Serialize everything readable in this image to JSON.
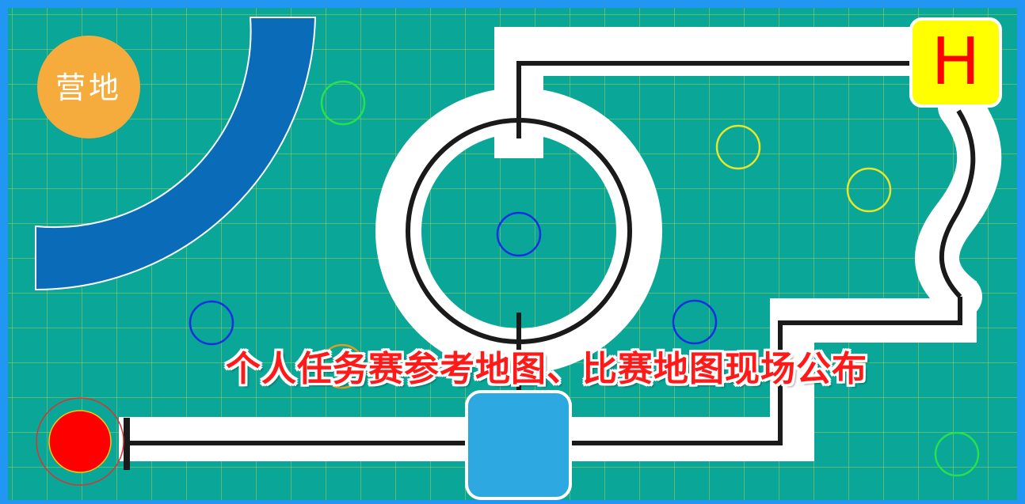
{
  "map": {
    "camp_label": "营地",
    "helipad_label": "H",
    "banner_text": "个人任务赛参考地图、比赛地图现场公布"
  },
  "colors": {
    "field": "#0aa697",
    "grid": "#c8d64a",
    "frame": "#2196f3",
    "camp": "#f5ac3c",
    "blue_arc": "#0a6bb8",
    "track": "#ffffff",
    "guide_line": "#1a1a1a",
    "helipad": "#ffff00",
    "start_zone": "#ff0000",
    "center_box": "#2ea8e0",
    "target_green": "#27e04f",
    "target_yellow": "#e6e62a",
    "target_blue": "#1530e0",
    "target_orange": "#d9a020",
    "banner_text": "#ff1a1a"
  }
}
